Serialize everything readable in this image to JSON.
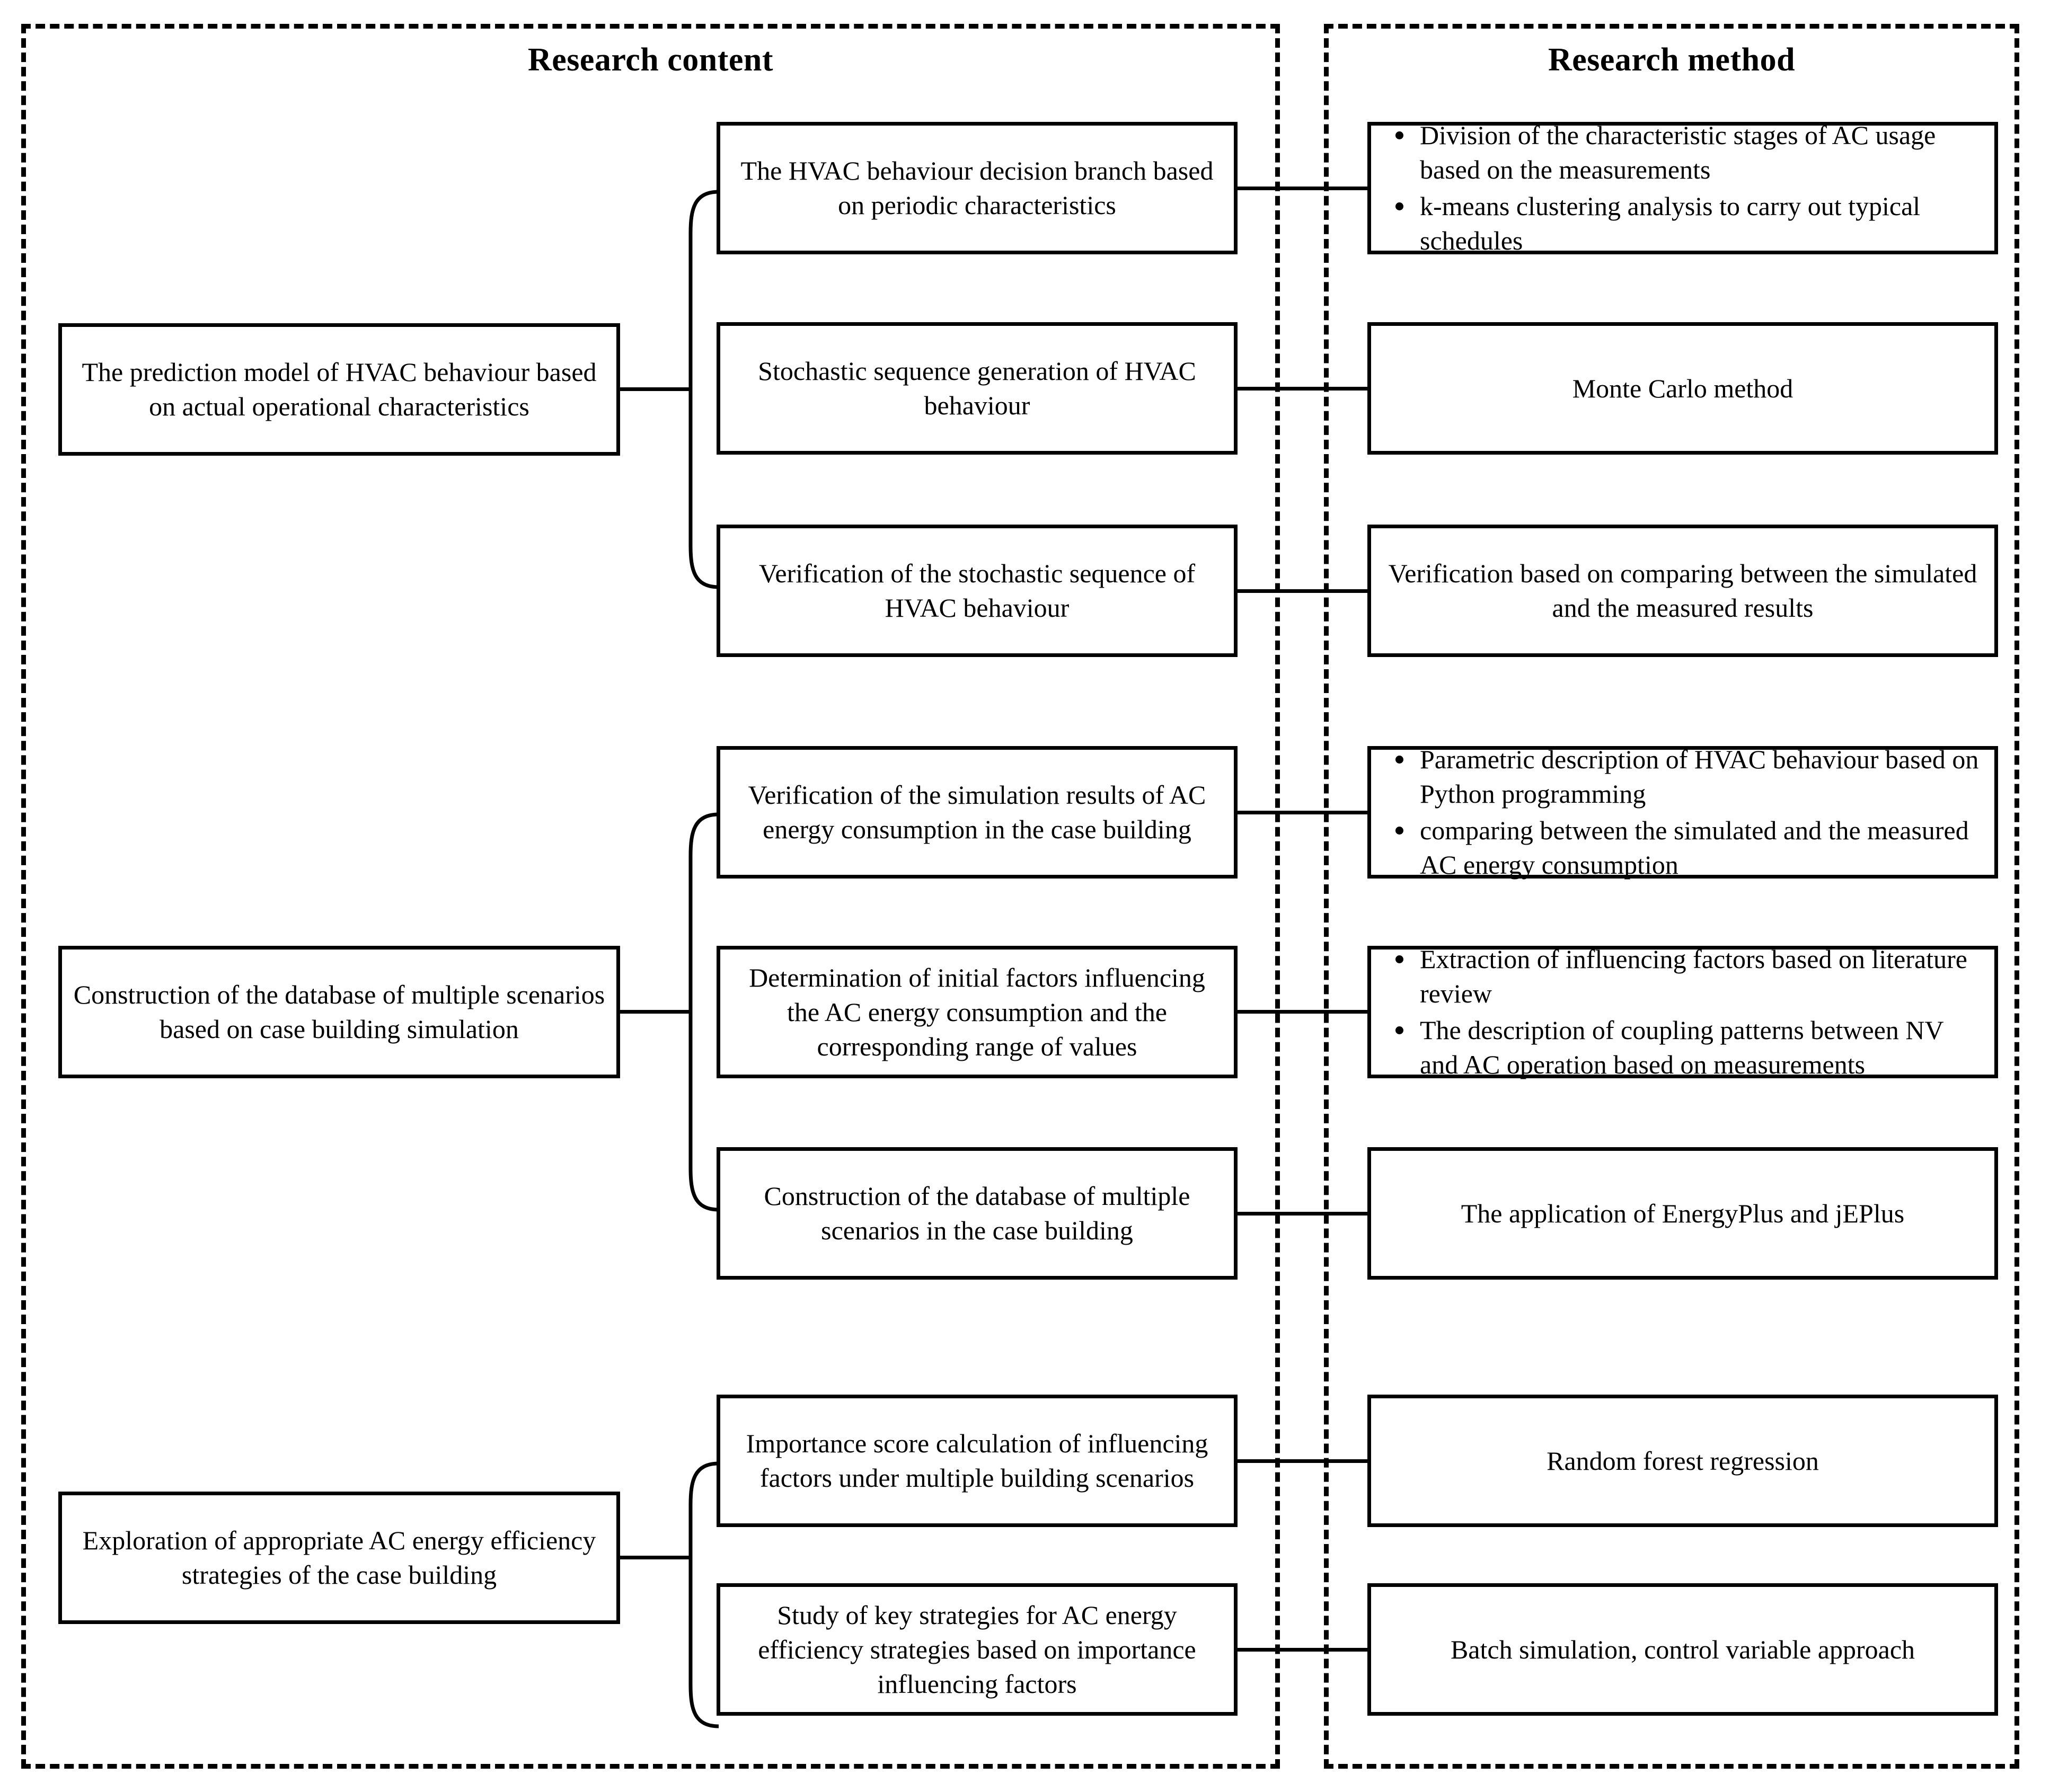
{
  "columns": {
    "content_title": "Research content",
    "method_title": "Research method"
  },
  "groups": [
    {
      "id": "group-1",
      "main": "The prediction model of HVAC behaviour based on actual operational characteristics",
      "items": [
        {
          "content": "The HVAC behaviour decision branch based on periodic characteristics",
          "method_type": "bullets",
          "method_bullets": [
            "Division of the characteristic stages of AC usage based on the measurements",
            "k-means clustering analysis to carry out typical schedules"
          ]
        },
        {
          "content": "Stochastic sequence generation of HVAC behaviour",
          "method_type": "text",
          "method": "Monte Carlo method"
        },
        {
          "content": "Verification of the stochastic sequence of HVAC behaviour",
          "method_type": "text",
          "method": "Verification based on comparing between the simulated and the measured results"
        }
      ]
    },
    {
      "id": "group-2",
      "main": "Construction of the database of multiple scenarios based on case building simulation",
      "items": [
        {
          "content": "Verification of the simulation results of AC energy consumption in the case building",
          "method_type": "bullets",
          "method_bullets": [
            "Parametric description of HVAC behaviour based on Python programming",
            "comparing between the simulated and the measured AC energy consumption"
          ]
        },
        {
          "content": "Determination of initial factors influencing the AC energy consumption and the corresponding range of values",
          "method_type": "bullets",
          "method_bullets": [
            "Extraction of influencing factors based on literature review",
            "The description of coupling patterns between NV and AC operation based on measurements"
          ]
        },
        {
          "content": "Construction of the database of multiple scenarios in the case building",
          "method_type": "text",
          "method": "The application of EnergyPlus and jEPlus"
        }
      ]
    },
    {
      "id": "group-3",
      "main": "Exploration of appropriate AC energy efficiency strategies of the case building",
      "items": [
        {
          "content": "Importance score calculation of influencing factors under multiple building scenarios",
          "method_type": "text",
          "method": "Random forest regression"
        },
        {
          "content": "Study of key strategies for AC energy efficiency strategies based on importance influencing factors",
          "method_type": "text",
          "method": "Batch simulation, control variable approach"
        }
      ]
    }
  ],
  "colors": {
    "line": "#000000",
    "background": "#ffffff",
    "text": "#000000"
  }
}
